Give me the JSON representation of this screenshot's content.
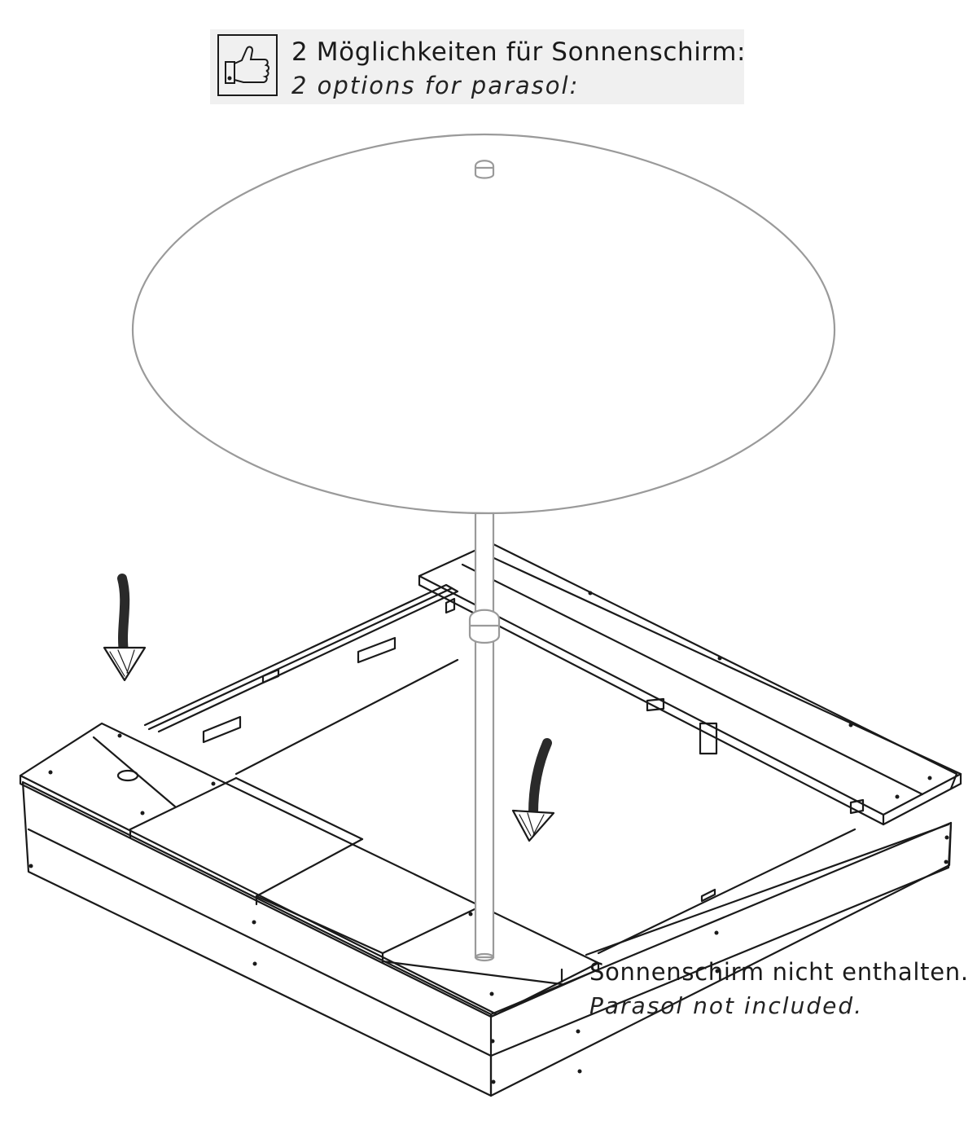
{
  "hint": {
    "title": "2 Möglichkeiten für Sonnenschirm:",
    "subtitle": "2 options for parasol:",
    "icon": "thumbs-up-icon"
  },
  "note": {
    "title": "Sonnenschirm nicht enthalten.",
    "subtitle": "Parasol not included."
  },
  "colors": {
    "ink": "#1a1a1a",
    "parasol": "#9a9a9a",
    "hint_background": "#f0f0f0"
  }
}
